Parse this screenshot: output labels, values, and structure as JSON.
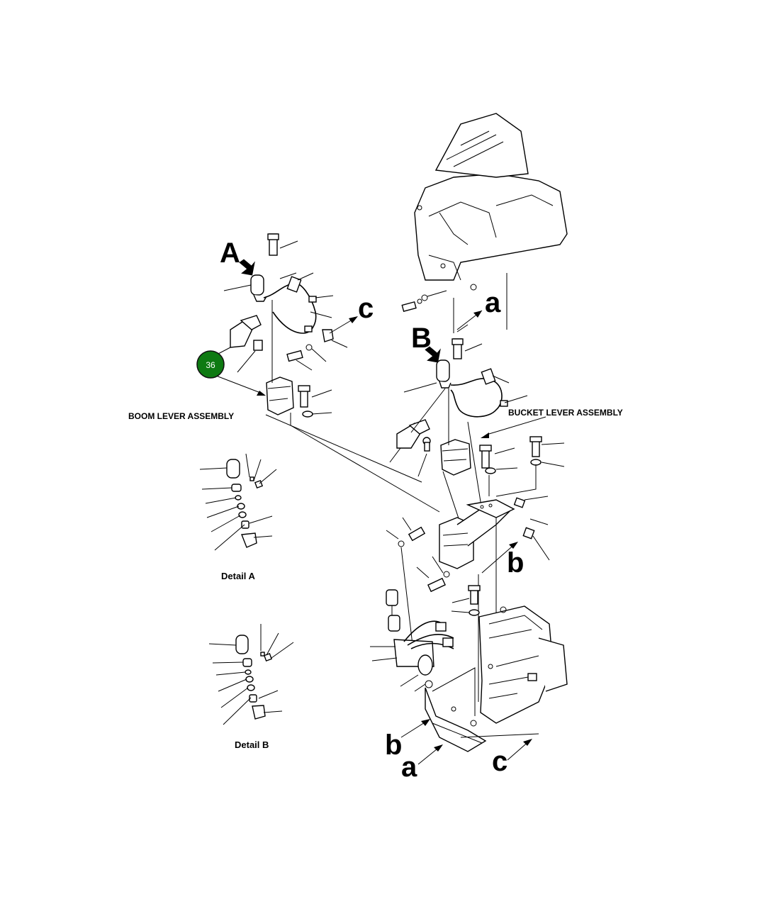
{
  "callout": {
    "number": "36",
    "color": "#0e7a12"
  },
  "view_markers": {
    "A": "A",
    "B": "B"
  },
  "connectors": {
    "a": "a",
    "b": "b",
    "c": "c"
  },
  "assemblies": {
    "boom": "BOOM LEVER ASSEMBLY",
    "bucket": "BUCKET LEVER ASSEMBLY"
  },
  "details": {
    "a": "Detail A",
    "b": "Detail B"
  },
  "icons": {
    "view_arrow": "view-arrow-icon",
    "callout": "callout-circle-icon"
  }
}
